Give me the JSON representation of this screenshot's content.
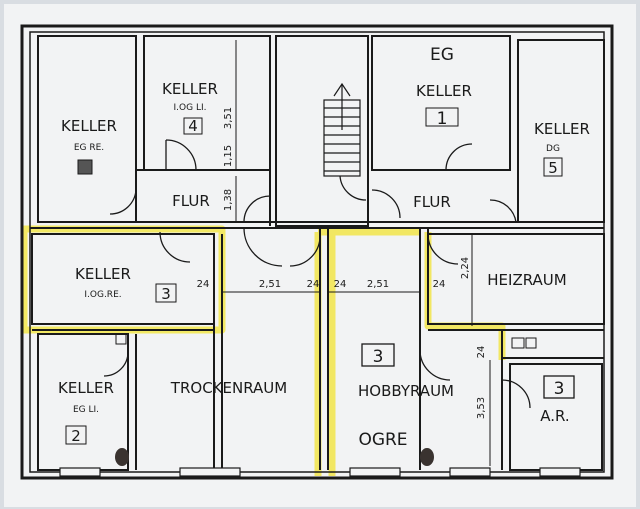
{
  "rooms": {
    "keller_eg_re": {
      "title": "KELLER",
      "sub": "EG RE."
    },
    "keller_1og_li": {
      "title": "KELLER",
      "sub": "I.OG LI.",
      "number": "4"
    },
    "keller_eg": {
      "heading": "EG",
      "title": "KELLER",
      "number": "1"
    },
    "keller_dg": {
      "title": "KELLER",
      "sub": "DG",
      "number": "5"
    },
    "flur_left": {
      "title": "FLUR"
    },
    "flur_right": {
      "title": "FLUR"
    },
    "keller_1og_re": {
      "title": "KELLER",
      "sub": "I.OG.RE.",
      "number": "3"
    },
    "heizraum": {
      "title": "HEIZRAUM"
    },
    "keller_eg_li": {
      "title": "KELLER",
      "sub": "EG LI.",
      "number": "2"
    },
    "trockenraum": {
      "title": "TROCKENRAUM"
    },
    "hobbyraum": {
      "title": "HOBBYRAUM",
      "number": "3"
    },
    "ar": {
      "title": "A.R.",
      "number": "3"
    }
  },
  "dimensions": {
    "d_351": "3,51",
    "d_115": "1,15",
    "d_138": "1,38",
    "d_251_left": "2,51",
    "d_24_a": "24",
    "d_24_b": "24",
    "d_24_c": "24",
    "d_251_right": "2,51",
    "d_24_d": "24",
    "d_224": "2,24",
    "d_24_e": "24",
    "d_353": "3,53"
  },
  "annotation": "OGRE",
  "colors": {
    "paper": "#f2f3f4",
    "ink": "#1a1a1a",
    "highlight": "#f3e64a",
    "background": "#d9dde2"
  }
}
